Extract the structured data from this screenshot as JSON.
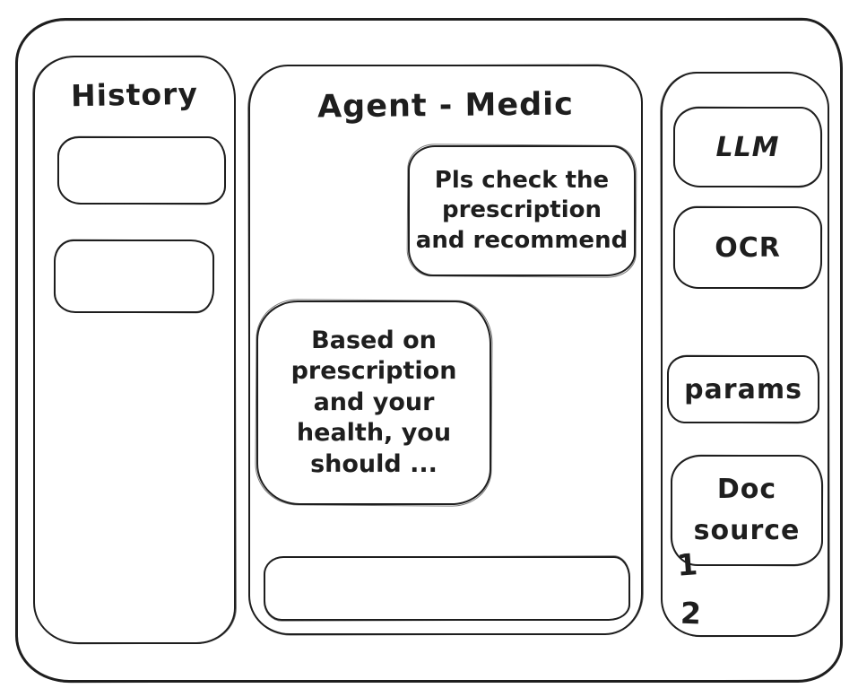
{
  "colors": {
    "stroke": "#1e1e1e",
    "background": "#ffffff"
  },
  "app": {
    "title": "Agent - Medic"
  },
  "history_panel": {
    "title": "History",
    "items": [
      {
        "label": ""
      },
      {
        "label": ""
      }
    ]
  },
  "chat": {
    "messages": [
      {
        "role": "user",
        "text": "Pls check the\nprescription\nand recommend"
      },
      {
        "role": "assistant",
        "text": "Based on\nprescription\nand your\nhealth, you\nshould ..."
      }
    ],
    "input": {
      "value": "",
      "placeholder": ""
    }
  },
  "tools_panel": {
    "buttons": {
      "llm": "LLM",
      "ocr": "OCR",
      "params": "params",
      "doc_source": "Doc\nsource"
    },
    "doc_sources": [
      "1",
      "2"
    ]
  }
}
